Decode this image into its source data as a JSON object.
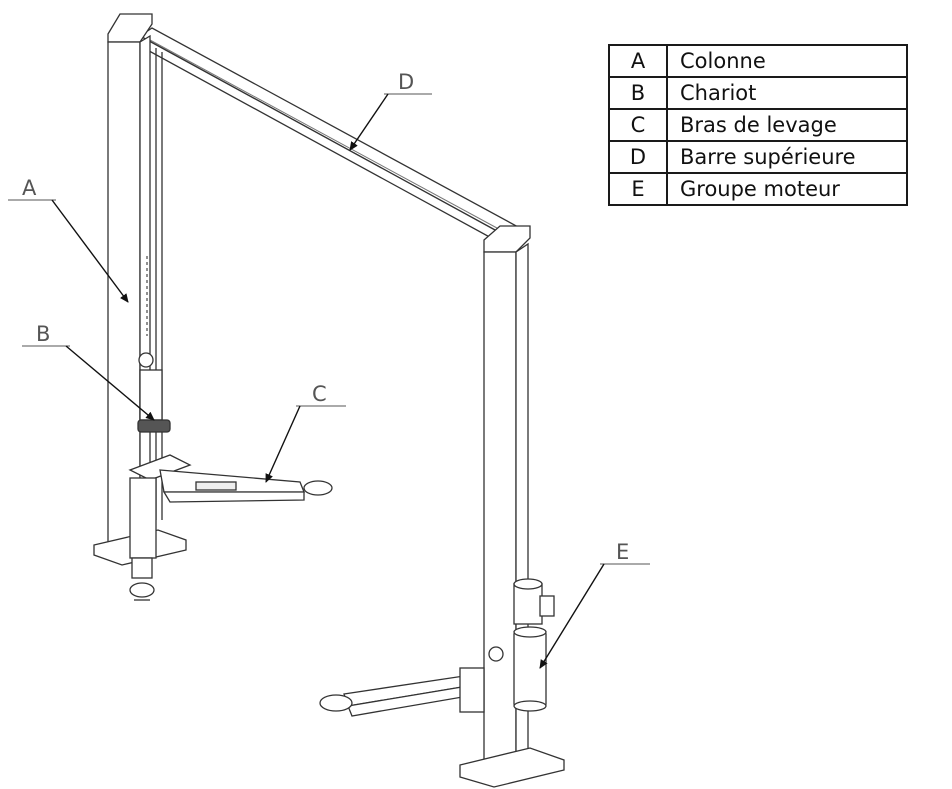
{
  "legend": {
    "rows": [
      {
        "key": "A",
        "label": "Colonne"
      },
      {
        "key": "B",
        "label": "Chariot"
      },
      {
        "key": "C",
        "label": "Bras de levage"
      },
      {
        "key": "D",
        "label": "Barre supérieure"
      },
      {
        "key": "E",
        "label": "Groupe moteur"
      }
    ]
  },
  "callouts": {
    "a": "A",
    "b": "B",
    "c": "C",
    "d": "D",
    "e": "E"
  }
}
